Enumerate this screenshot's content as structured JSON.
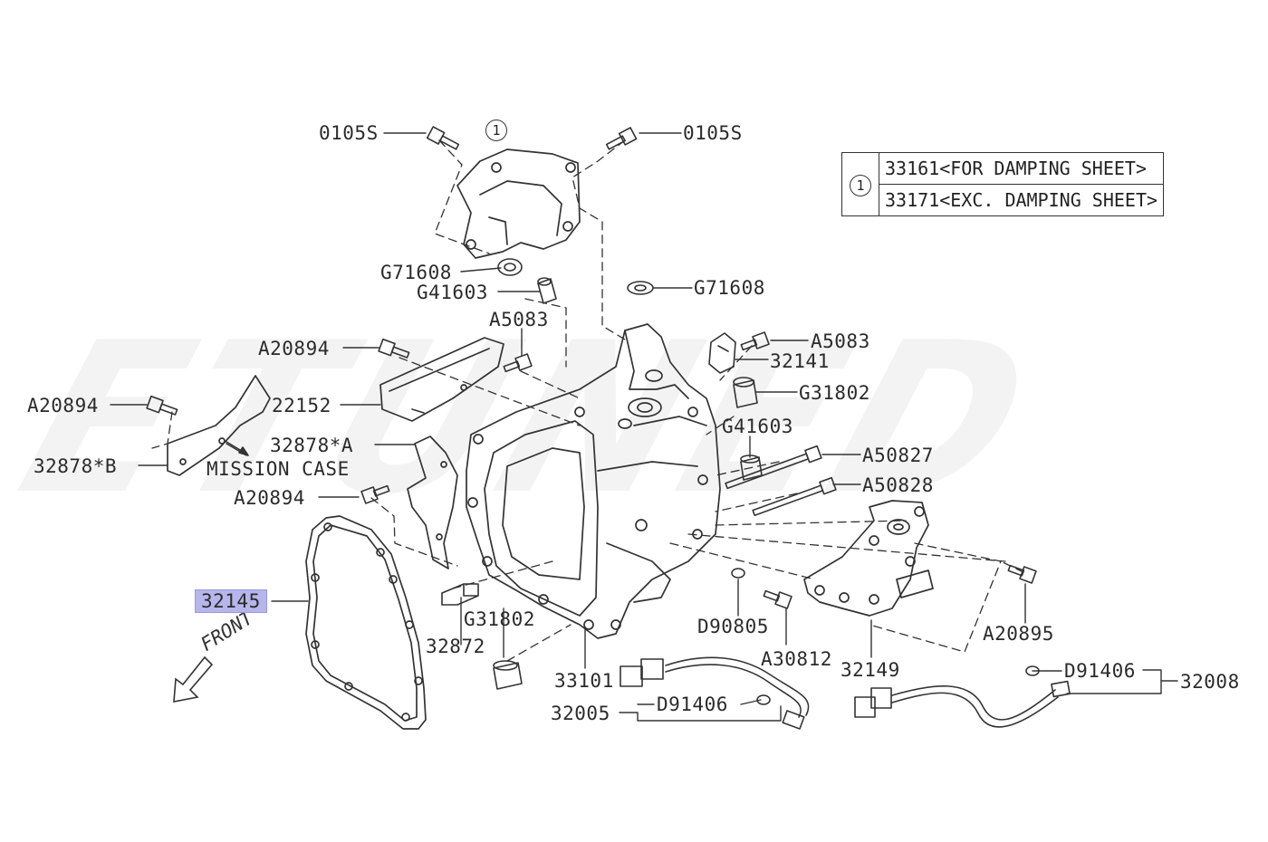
{
  "watermark": "ETUNED",
  "reference_table": {
    "key": "1",
    "rows": [
      {
        "part": "33161",
        "note": "<FOR DAMPING SHEET>"
      },
      {
        "part": "33171",
        "note": "<EXC. DAMPING SHEET>"
      }
    ]
  },
  "callout_key": "1",
  "front_label": "FRONT",
  "mission_case_label": "MISSION CASE",
  "highlight_color": "#b6b6ec",
  "labels": {
    "bolt_0105s_left": "0105S",
    "bolt_0105s_right": "0105S",
    "g71608_left": "G71608",
    "g41603_top": "G41603",
    "a5083_left": "A5083",
    "g71608_right": "G71608",
    "a5083_right": "A5083",
    "p32141": "32141",
    "g31802_right": "G31802",
    "g41603_right": "G41603",
    "a50827": "A50827",
    "a50828": "A50828",
    "a20894_top": "A20894",
    "a20894_left": "A20894",
    "p22152": "22152",
    "p32878b": "32878*B",
    "p32878a": "32878*A",
    "a20894_bottom": "A20894",
    "p32145": "32145",
    "g31802_bottom": "G31802",
    "p32872": "32872",
    "p33101": "33101",
    "d90805": "D90805",
    "a30812": "A30812",
    "p32149": "32149",
    "a20895": "A20895",
    "d91406_right": "D91406",
    "p32008": "32008",
    "p32005": "32005",
    "d91406_bottom": "D91406"
  }
}
